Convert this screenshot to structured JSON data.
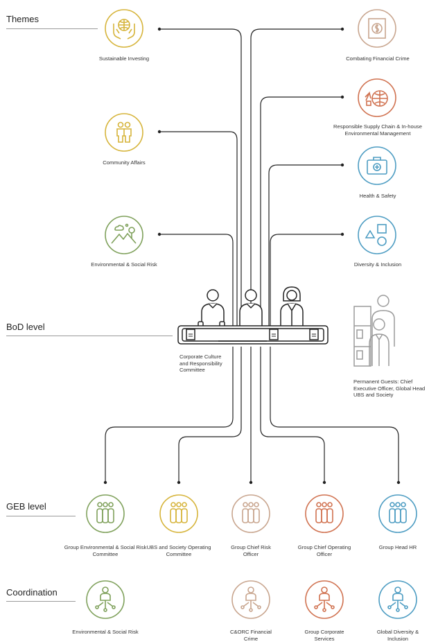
{
  "sections": {
    "themes": "Themes",
    "bod": "BoD level",
    "geb": "GEB level",
    "coordination": "Coordination"
  },
  "themes_left": [
    {
      "label": "Sustainable Investing",
      "icon": "globe-in-hands-icon",
      "color": "#d6b43a"
    },
    {
      "label": "Community Affairs",
      "icon": "people-icon",
      "color": "#d6b43a"
    },
    {
      "label": "Environmental & Social Risk",
      "icon": "landscape-icon",
      "color": "#7ea05a"
    }
  ],
  "themes_right": [
    {
      "label": "Combating Financial Crime",
      "icon": "money-frame-icon",
      "color": "#c8a58e"
    },
    {
      "label": "Responsible Supply Chain & In-house Environmental Management",
      "icon": "globe-arrows-icon",
      "color": "#d0714f"
    },
    {
      "label": "Health & Safety",
      "icon": "first-aid-kit-icon",
      "color": "#4c9cc2"
    },
    {
      "label": "Diversity & Inclusion",
      "icon": "shapes-icon",
      "color": "#4c9cc2"
    }
  ],
  "bod": {
    "committee": "Corporate Culture and Responsibility Committee",
    "guests": "Permanent Guests: Chief Executive Officer, Global Head UBS and Society"
  },
  "geb": [
    {
      "label": "Group Environmental & Social Risk Committee",
      "icon": "group-icon",
      "color": "#7ea05a"
    },
    {
      "label": "UBS and Society Operating Committee",
      "icon": "group-icon",
      "color": "#d6b43a"
    },
    {
      "label": "Group Chief Risk Officer",
      "icon": "group-icon",
      "color": "#c8a58e"
    },
    {
      "label": "Group Chief Operating Officer",
      "icon": "group-icon",
      "color": "#d0714f"
    },
    {
      "label": "Group Head HR",
      "icon": "group-icon",
      "color": "#4c9cc2"
    }
  ],
  "coordination": [
    {
      "label": "Environmental & Social Risk",
      "icon": "network-person-icon",
      "color": "#7ea05a"
    },
    {
      "label": "C&ORC Financial Crime",
      "icon": "network-person-icon",
      "color": "#c8a58e"
    },
    {
      "label": "Group Corporate Services",
      "icon": "network-person-icon",
      "color": "#d0714f"
    },
    {
      "label": "Global Diversity & Inclusion",
      "icon": "network-person-icon",
      "color": "#4c9cc2"
    }
  ]
}
